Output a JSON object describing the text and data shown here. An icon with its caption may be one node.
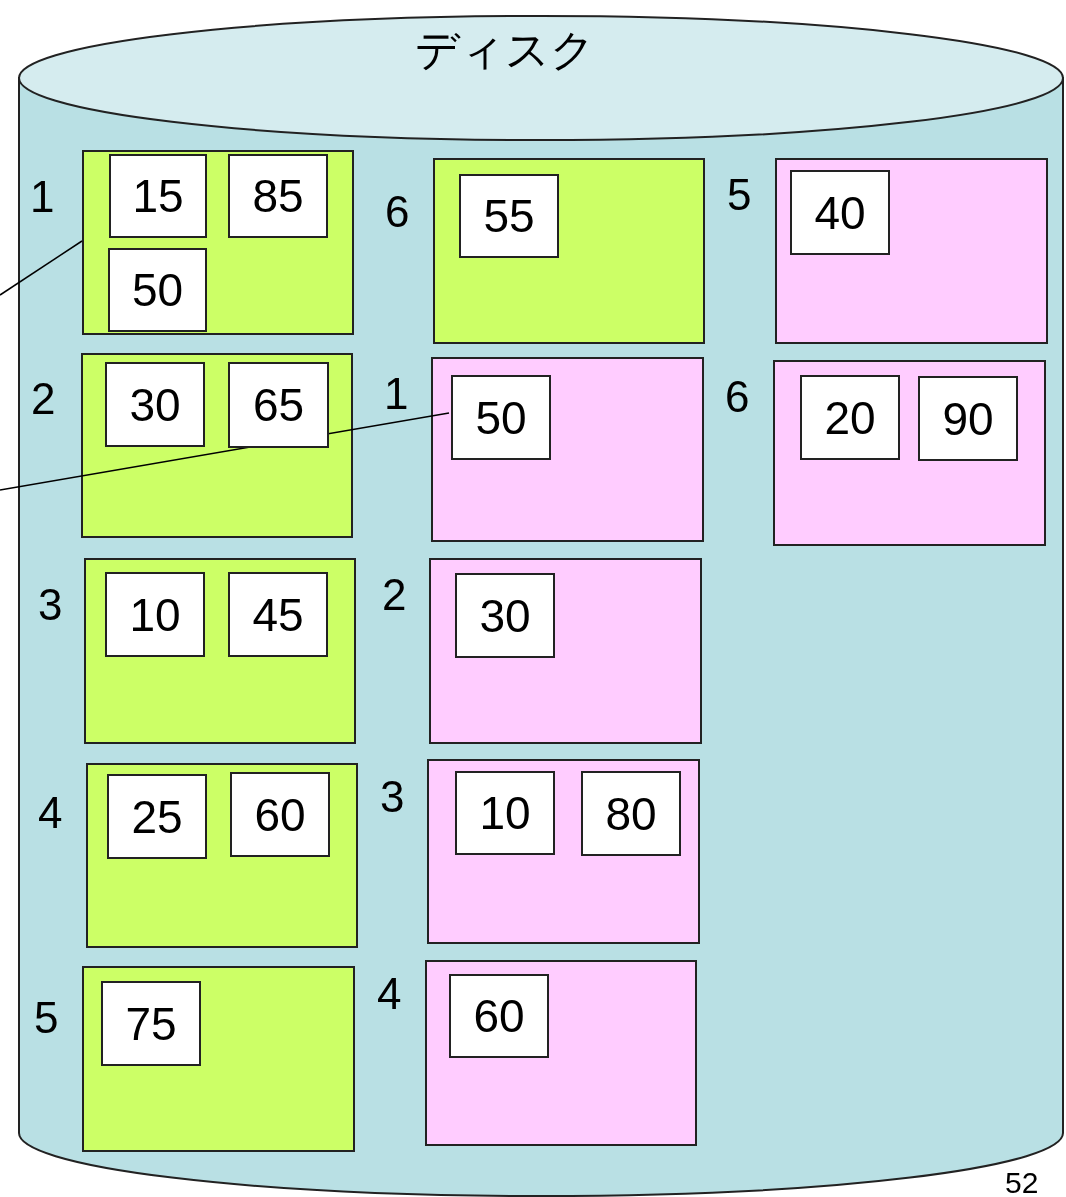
{
  "diagram": {
    "nodes": [
      {
        "text": [
          "ディスク"
        ]
      },
      {
        "text": [],
        "shape": "box",
        "beside": [
          "1"
        ],
        "in": 0
      },
      {
        "text": [
          "15"
        ],
        "in": 1
      },
      {
        "text": [
          "85"
        ],
        "in": 1
      },
      {
        "text": [
          "50"
        ],
        "in": 1
      },
      {
        "text": [],
        "shape": "box",
        "beside": [
          "6"
        ],
        "in": 0
      },
      {
        "text": [
          "55"
        ],
        "in": 5
      },
      {
        "text": [],
        "shape": "box",
        "beside": [
          "5"
        ],
        "in": 0
      },
      {
        "text": [
          "40"
        ],
        "in": 7
      },
      {
        "text": [],
        "shape": "box",
        "beside": [
          "2"
        ],
        "in": 0
      },
      {
        "text": [
          "30"
        ],
        "in": 9
      },
      {
        "text": [
          "65"
        ],
        "in": 9
      },
      {
        "text": [],
        "shape": "box",
        "beside": [
          "1"
        ],
        "in": 0
      },
      {
        "text": [
          "50"
        ],
        "in": 12
      },
      {
        "text": [],
        "shape": "box",
        "beside": [
          "6"
        ],
        "in": 0
      },
      {
        "text": [
          "20"
        ],
        "in": 14
      },
      {
        "text": [
          "90"
        ],
        "in": 14
      },
      {
        "text": [],
        "shape": "box",
        "beside": [
          "3"
        ],
        "in": 0
      },
      {
        "text": [
          "10"
        ],
        "in": 17
      },
      {
        "text": [
          "45"
        ],
        "in": 17
      },
      {
        "text": [],
        "shape": "box",
        "beside": [
          "2"
        ],
        "in": 0
      },
      {
        "text": [
          "30"
        ],
        "in": 20
      },
      {
        "text": [],
        "shape": "box",
        "beside": [
          "4"
        ],
        "in": 0
      },
      {
        "text": [
          "25"
        ],
        "in": 22
      },
      {
        "text": [
          "60"
        ],
        "in": 22
      },
      {
        "text": [],
        "shape": "box",
        "beside": [
          "3"
        ],
        "in": 0
      },
      {
        "text": [
          "10"
        ],
        "in": 25
      },
      {
        "text": [
          "80"
        ],
        "in": 25
      },
      {
        "text": [],
        "shape": "box",
        "beside": [
          "5"
        ],
        "in": 0
      },
      {
        "text": [
          "75"
        ],
        "in": 28
      },
      {
        "text": [],
        "shape": "box",
        "beside": [
          "4"
        ],
        "in": 0
      },
      {
        "text": [
          "60"
        ],
        "in": 30
      }
    ],
    "edges": [
      {
        "from": null,
        "to": 1,
        "arrow": "none"
      },
      {
        "from": null,
        "to": 13,
        "arrow": "none"
      }
    ],
    "labels": [
      "52"
    ]
  }
}
